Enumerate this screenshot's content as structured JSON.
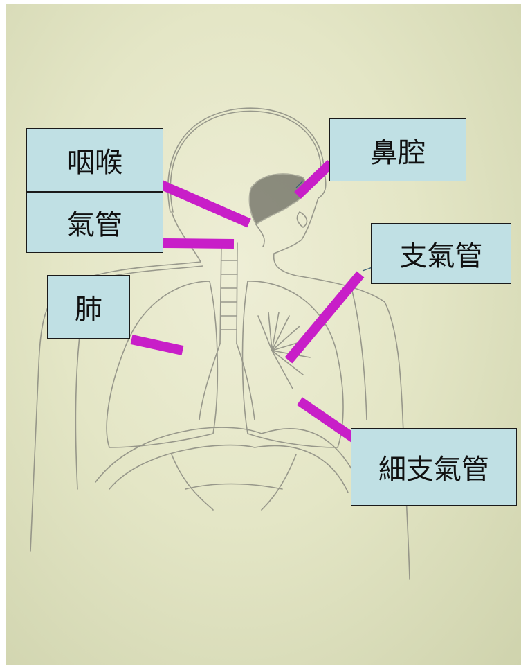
{
  "labels": {
    "pharynx": "咽喉",
    "trachea": "氣管",
    "nasal_cavity": "鼻腔",
    "bronchus": "支氣管",
    "lung": "肺",
    "bronchiole": "細支氣管"
  },
  "colors": {
    "label_background": "#c0e0e4",
    "pointer_line": "#c81ec8",
    "pencil": "#8a8a80",
    "paper": "#e4e6c6"
  }
}
